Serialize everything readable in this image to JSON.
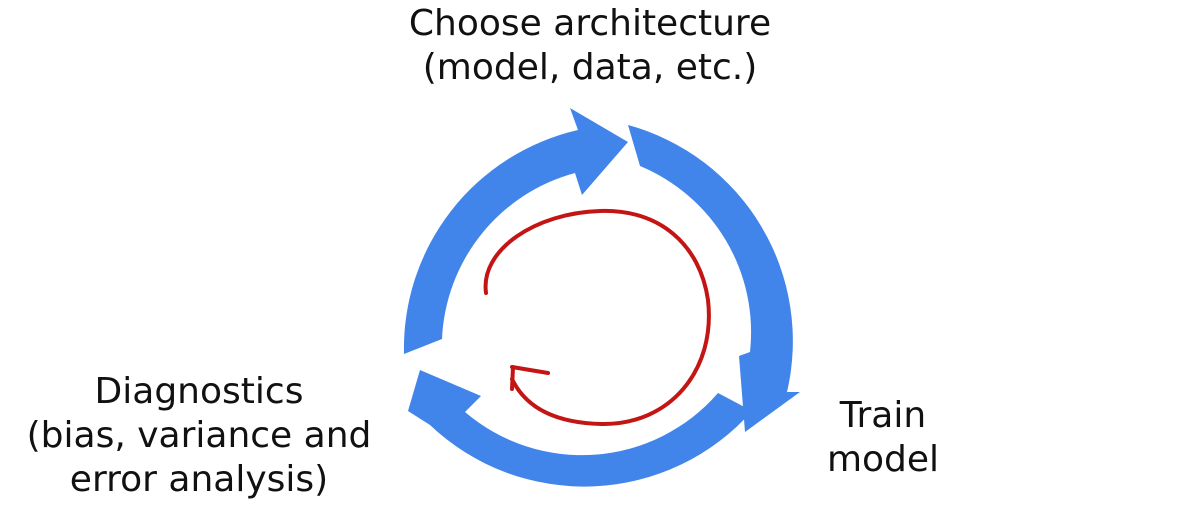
{
  "diagram": {
    "top_label": {
      "line1": "Choose architecture",
      "line2": "(model, data, etc.)"
    },
    "right_label": {
      "line1": "Train",
      "line2": "model"
    },
    "left_label": {
      "line1": "Diagnostics",
      "line2": "(bias, variance and",
      "line3": "error analysis)"
    },
    "colors": {
      "arrow_blue": "#4285ea",
      "annotation_red": "#c41515",
      "text": "#111111"
    }
  }
}
